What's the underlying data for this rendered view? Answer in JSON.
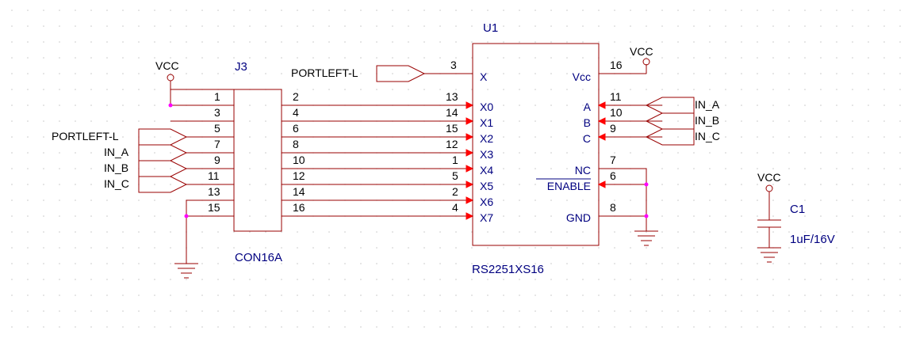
{
  "connector": {
    "ref": "J3",
    "part": "CON16A",
    "left_pins": [
      "1",
      "3",
      "5",
      "7",
      "9",
      "11",
      "13",
      "15"
    ],
    "right_pins": [
      "2",
      "4",
      "6",
      "8",
      "10",
      "12",
      "14",
      "16"
    ]
  },
  "mux": {
    "ref": "U1",
    "part": "RS2251XS16",
    "left_pins": [
      {
        "num": "3",
        "name": "X"
      },
      {
        "num": "13",
        "name": "X0"
      },
      {
        "num": "14",
        "name": "X1"
      },
      {
        "num": "15",
        "name": "X2"
      },
      {
        "num": "12",
        "name": "X3"
      },
      {
        "num": "1",
        "name": "X4"
      },
      {
        "num": "5",
        "name": "X5"
      },
      {
        "num": "2",
        "name": "X6"
      },
      {
        "num": "4",
        "name": "X7"
      }
    ],
    "right_pins": [
      {
        "num": "16",
        "name": "Vcc"
      },
      {
        "num": "11",
        "name": "A"
      },
      {
        "num": "10",
        "name": "B"
      },
      {
        "num": "9",
        "name": "C"
      },
      {
        "num": "7",
        "name": "NC"
      },
      {
        "num": "6",
        "name": "ENABLE"
      },
      {
        "num": "8",
        "name": "GND"
      }
    ]
  },
  "capacitor": {
    "ref": "C1",
    "value": "1uF/16V"
  },
  "power": {
    "vcc": "VCC"
  },
  "nets": {
    "portleft": "PORTLEFT-L",
    "in_a": "IN_A",
    "in_b": "IN_B",
    "in_c": "IN_C"
  },
  "colors": {
    "wire": "#990000",
    "arrow": "#ff0000",
    "junction": "#ff00ff",
    "reference_text": "#000080"
  }
}
